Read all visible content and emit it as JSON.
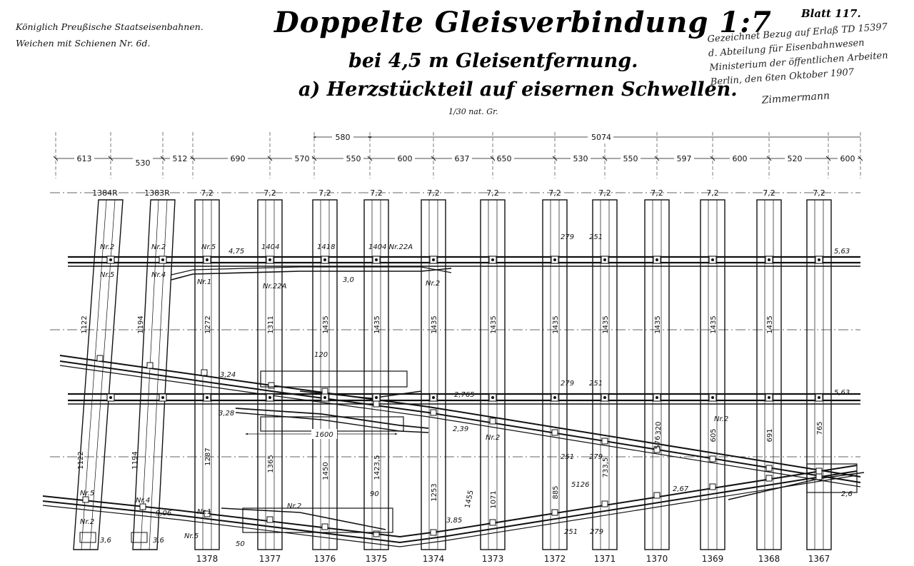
{
  "header": {
    "left_line1": "Königlich Preußische Staatseisenbahnen.",
    "left_line2": "Weichen mit Schienen Nr. 6d.",
    "title": "Doppelte Gleisverbindung 1:7",
    "subtitle1": "bei 4,5 m Gleisentfernung.",
    "subtitle2": "a) Herzstückteil auf eisernen Schwellen.",
    "scale": "1/30 nat. Gr.",
    "sheet": "Blatt 117."
  },
  "handwritten_note": {
    "line1": "Gezeichnet Bezug auf Erlaß TD 15397",
    "line2": "d. Abteilung für Eisenbahnwesen",
    "line3": "Ministerium der öffentlichen Arbeiten",
    "line4": "Berlin, den 6ten Oktober 1907",
    "signature": "Zimmermann"
  },
  "dimensions": {
    "overall_top": [
      "580",
      "5074"
    ],
    "spacings": [
      "613",
      "530",
      "512",
      "690",
      "570",
      "550",
      "600",
      "637",
      "650",
      "530",
      "550",
      "597",
      "600",
      "520",
      "600"
    ]
  },
  "sleepers": {
    "top_types": [
      "1384R",
      "1383R",
      "7,2",
      "7,2",
      "7,2",
      "7,2",
      "7,2",
      "7,2",
      "7,2",
      "7,2",
      "7,2",
      "7,2",
      "7,2",
      "7,2"
    ],
    "lengths": [
      "1122",
      "1194",
      "1272",
      "1311",
      "1435",
      "1435",
      "1435",
      "1435",
      "1435",
      "1435",
      "1435",
      "1435",
      "1435"
    ],
    "lower_lengths": [
      "1122",
      "1194",
      "1287",
      "1365",
      "1450",
      "1423,5",
      "1253",
      "1071",
      "885",
      "733,5",
      "576",
      "605",
      "691",
      "765"
    ],
    "numbers": [
      "1378",
      "1377",
      "1376",
      "1375",
      "1374",
      "1373",
      "1372",
      "1371",
      "1370",
      "1369",
      "1368",
      "1367"
    ]
  },
  "labels": {
    "upper_rail": {
      "nr5": "Nr.5",
      "nr2a": "Nr.2",
      "nr2b": "Nr.2",
      "nr4": "Nr.4",
      "nr1": "Nr.1",
      "nr22a": "Nr.22A",
      "nr22a_top": "1404 Nr.22A",
      "nr2c": "Nr.2",
      "v475": "4,75",
      "v1404": "1404",
      "v1418": "1418",
      "v30": "3,0",
      "v563": "5,63",
      "gap1": "279",
      "gap2": "251"
    },
    "middle": {
      "v324": "3,24",
      "v328": "3,28",
      "v120": "120",
      "v2765": "2,765",
      "v239": "2,39",
      "nr2": "Nr.2",
      "v1600": "1600",
      "v563": "5,63",
      "nr2b": "Nr.2",
      "gap1": "279",
      "gap2": "251",
      "gap3": "251",
      "gap4": "279",
      "v320": "320",
      "v5126": "5126",
      "v267": "2,67",
      "v1455": "1455"
    },
    "lower": {
      "v906": "9,06",
      "v385": "3,85",
      "v36a": "3,6",
      "v36b": "3,6",
      "nr2": "Nr.2",
      "nr5": "Nr.5",
      "nr1": "Nr.1",
      "v50": "50",
      "v90": "90",
      "gap1": "251",
      "gap2": "279",
      "v26": "2,6",
      "nr4": "Nr.4",
      "nr2b": "Nr.2",
      "nr5b": "Nr.5"
    }
  }
}
